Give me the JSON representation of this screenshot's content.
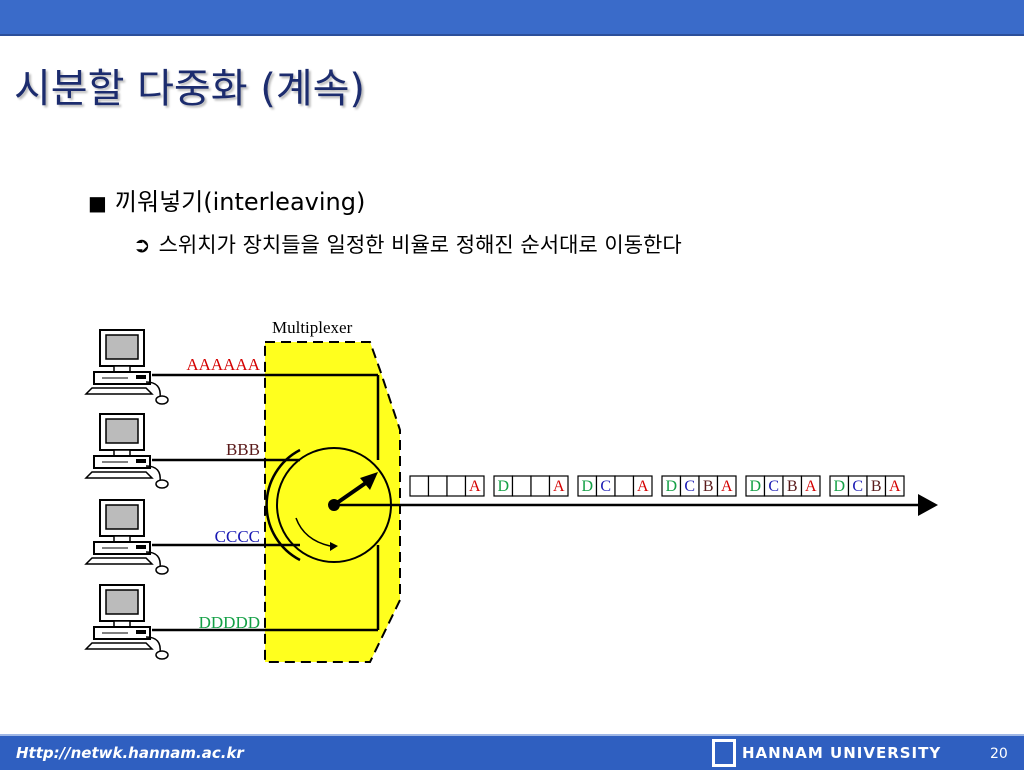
{
  "slide": {
    "title": "시분할 다중화 (계속)",
    "bullet_marker": "■",
    "bullet_text": "끼워넣기(interleaving)",
    "sub_marker": "➲",
    "sub_text": "스위치가 장치들을 일정한 비율로 정해진 순서대로 이동한다"
  },
  "diagram": {
    "mux_label": "Multiplexer",
    "inputs": [
      {
        "label": "AAAAAA",
        "color": "#d40000"
      },
      {
        "label": "BBB",
        "color": "#5a1a1a"
      },
      {
        "label": "CCCC",
        "color": "#1a1ab4"
      },
      {
        "label": "DDDDD",
        "color": "#14a046"
      }
    ],
    "frames": [
      [
        "",
        "",
        "",
        "A"
      ],
      [
        "D",
        "",
        "",
        "A"
      ],
      [
        "D",
        "C",
        "",
        "A"
      ],
      [
        "D",
        "C",
        "B",
        "A"
      ],
      [
        "D",
        "C",
        "B",
        "A"
      ],
      [
        "D",
        "C",
        "B",
        "A"
      ]
    ],
    "letter_colors": {
      "A": "#d40000",
      "B": "#5a1a1a",
      "C": "#1a1ab4",
      "D": "#14a046"
    },
    "mux_fill": "#ffff1e"
  },
  "footer": {
    "url": "Http://netwk.hannam.ac.kr",
    "university": "HANNAM  UNIVERSITY",
    "page": "20"
  }
}
